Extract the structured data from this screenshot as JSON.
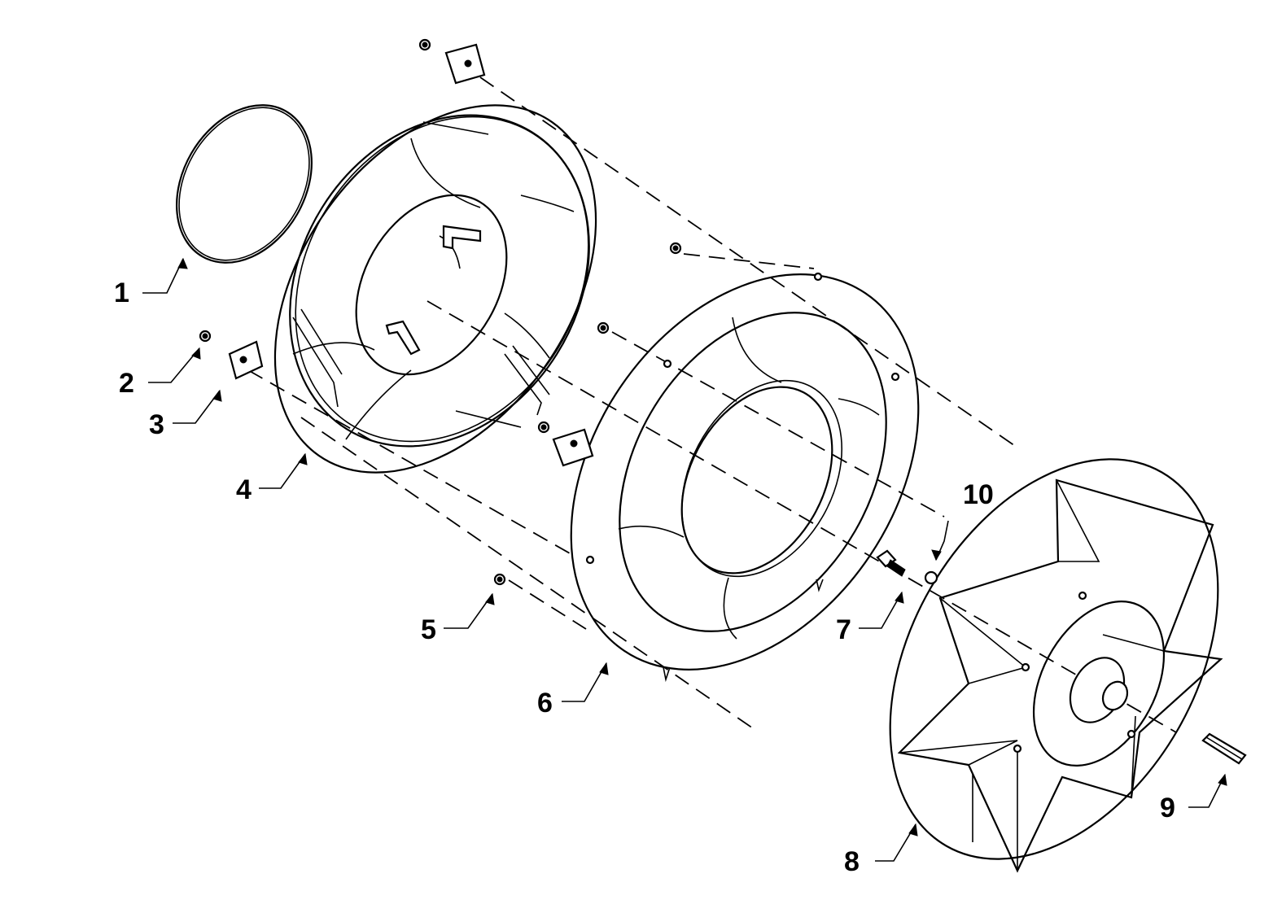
{
  "diagram": {
    "colors": {
      "ink": "#000000",
      "paper": "#ffffff"
    },
    "callouts": [
      {
        "id": "1",
        "label": "1",
        "part": "gasket-ring"
      },
      {
        "id": "2",
        "label": "2",
        "part": "nut"
      },
      {
        "id": "3",
        "label": "3",
        "part": "clip"
      },
      {
        "id": "4",
        "label": "4",
        "part": "inlet-housing"
      },
      {
        "id": "5",
        "label": "5",
        "part": "nut"
      },
      {
        "id": "6",
        "label": "6",
        "part": "mounting-plate"
      },
      {
        "id": "7",
        "label": "7",
        "part": "bolt"
      },
      {
        "id": "8",
        "label": "8",
        "part": "blower-wheel"
      },
      {
        "id": "9",
        "label": "9",
        "part": "key"
      },
      {
        "id": "10",
        "label": "10",
        "part": "washer"
      }
    ]
  }
}
